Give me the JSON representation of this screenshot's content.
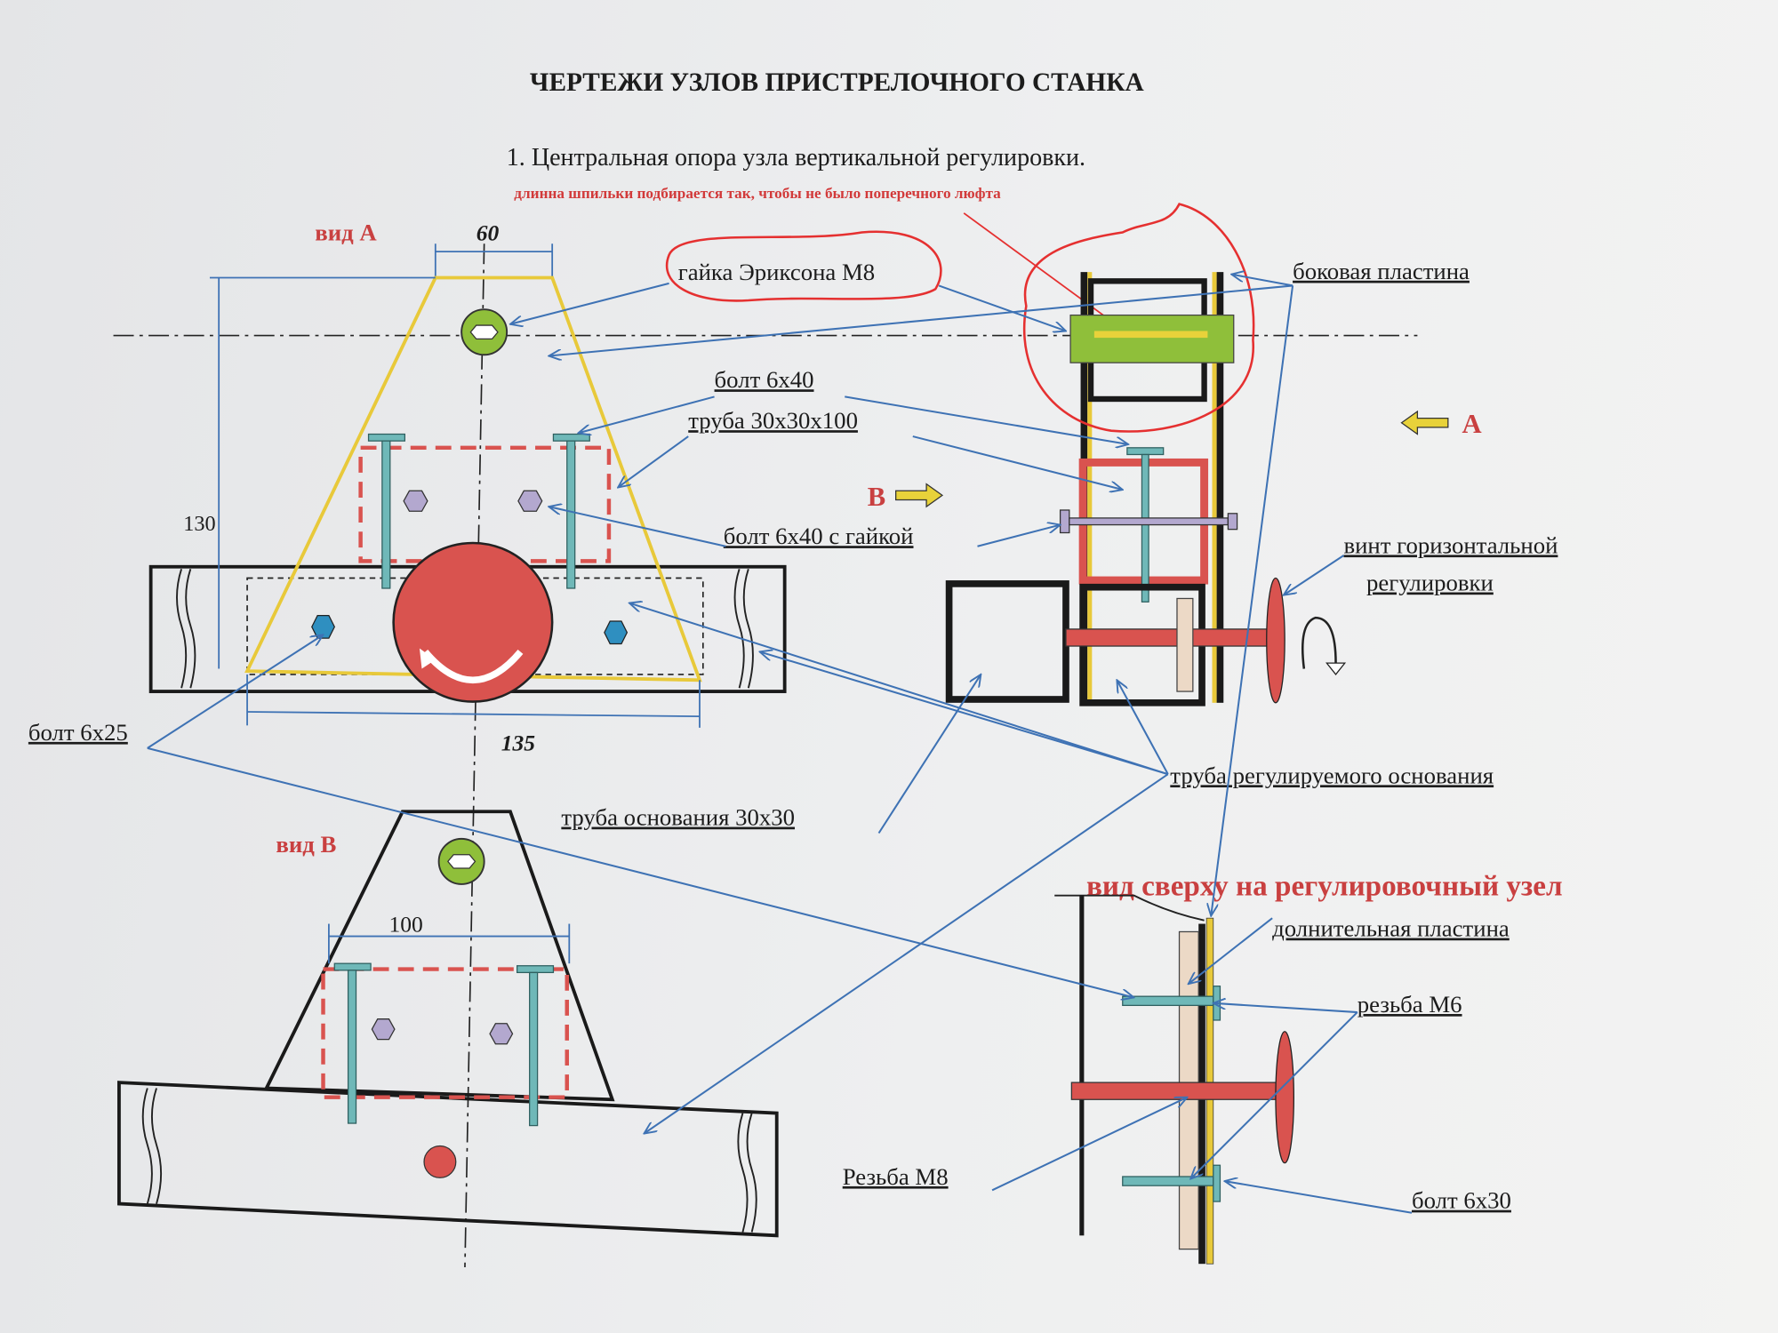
{
  "title": "ЧЕРТЕЖИ УЗЛОВ ПРИСТРЕЛОЧНОГО СТАНКА",
  "subtitle": "1. Центральная опора узла вертикальной регулировки.",
  "note": "длинна шпильки подбирается так, чтобы не было поперечного люфта",
  "view_a": {
    "label": "вид А",
    "dim_top": "60",
    "dim_height": "130",
    "dim_bottom": "135"
  },
  "view_b": {
    "label": "вид В",
    "dim_top": "100"
  },
  "view_top": {
    "label": "вид сверху на регулировочный узел"
  },
  "labels": {
    "ericsson_nut": "гайка Эриксона М8",
    "side_plate": "боковая пластина",
    "bolt_6x40": "болт 6х40",
    "tube_30x30x100": "труба 30х30х100",
    "bolt_6x40_nut": "болт 6х40 с гайкой",
    "bolt_6x25": "болт 6х25",
    "screw_line1": "винт горизонтальной",
    "screw_line2": "регулировки",
    "adj_base_tube": "труба регулируемого основания",
    "base_tube": "труба основания 30х30",
    "extra_plate": "долнительная пластина",
    "thread_m6": "резьба М6",
    "thread_m8": "Резьба М8",
    "bolt_6x30": "болт 6х30",
    "arrow_a": "A",
    "arrow_b": "B"
  },
  "colors": {
    "yellow": "#e8c93a",
    "red": "#d9534f",
    "green": "#8fbf3a",
    "teal": "#6fb8b8",
    "blue_line": "#3e72b4"
  }
}
